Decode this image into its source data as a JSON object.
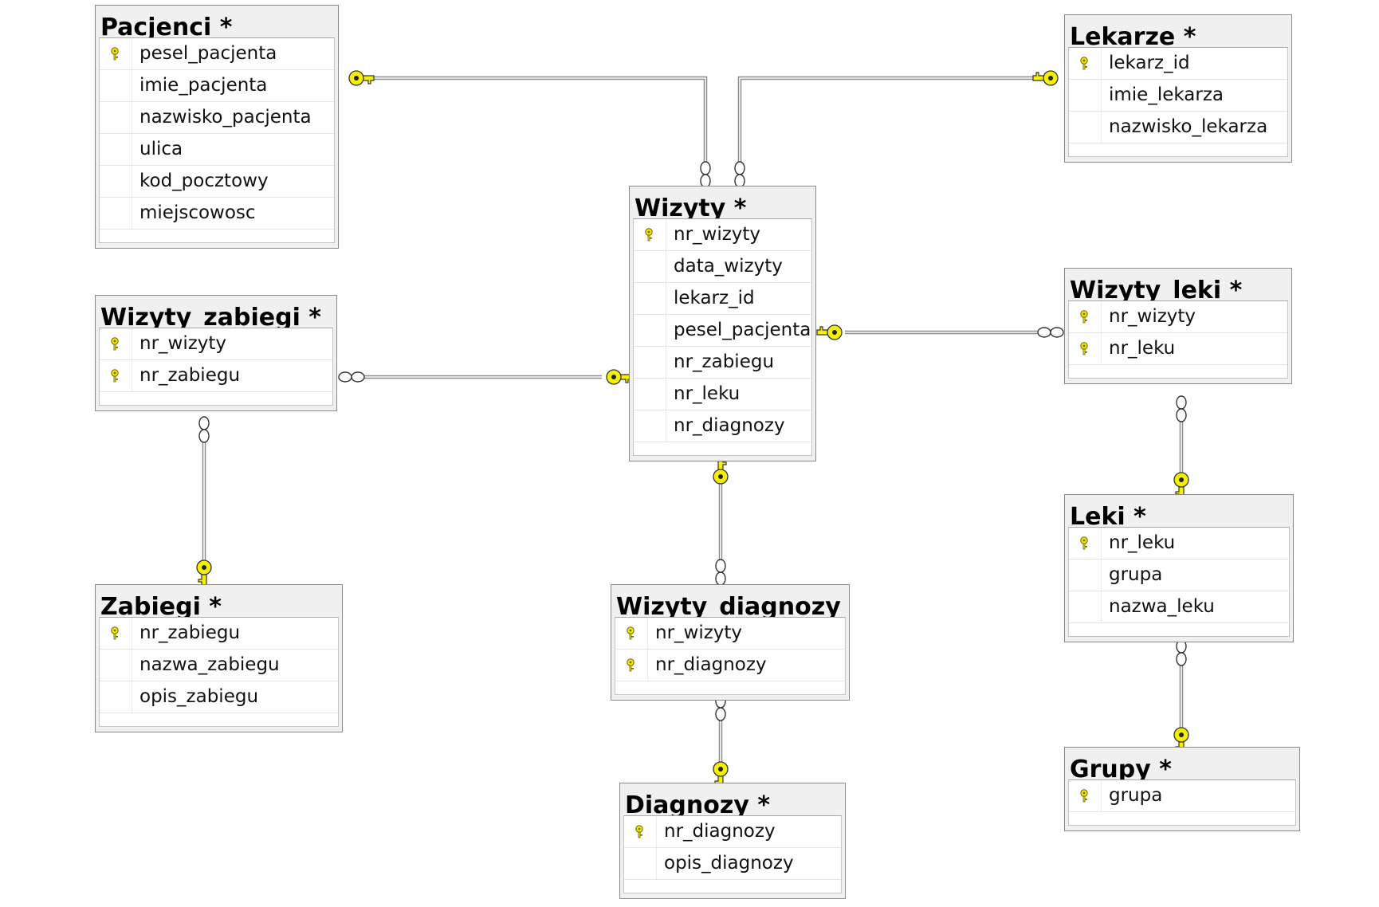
{
  "tables": [
    {
      "id": "pacjenci",
      "title": "Pacjenci *",
      "columns": [
        {
          "name": "pesel_pacjenta",
          "pk": true
        },
        {
          "name": "imie_pacjenta",
          "pk": false
        },
        {
          "name": "nazwisko_pacjenta",
          "pk": false
        },
        {
          "name": "ulica",
          "pk": false
        },
        {
          "name": "kod_pocztowy",
          "pk": false
        },
        {
          "name": "miejscowosc",
          "pk": false
        }
      ]
    },
    {
      "id": "lekarze",
      "title": "Lekarze *",
      "columns": [
        {
          "name": "lekarz_id",
          "pk": true
        },
        {
          "name": "imie_lekarza",
          "pk": false
        },
        {
          "name": "nazwisko_lekarza",
          "pk": false
        }
      ]
    },
    {
      "id": "wizyty",
      "title": "Wizyty *",
      "columns": [
        {
          "name": "nr_wizyty",
          "pk": true
        },
        {
          "name": "data_wizyty",
          "pk": false
        },
        {
          "name": "lekarz_id",
          "pk": false
        },
        {
          "name": "pesel_pacjenta",
          "pk": false
        },
        {
          "name": "nr_zabiegu",
          "pk": false
        },
        {
          "name": "nr_leku",
          "pk": false
        },
        {
          "name": "nr_diagnozy",
          "pk": false
        }
      ]
    },
    {
      "id": "wizyty_zabiegi",
      "title": "Wizyty_zabiegi *",
      "columns": [
        {
          "name": "nr_wizyty",
          "pk": true
        },
        {
          "name": "nr_zabiegu",
          "pk": true
        }
      ]
    },
    {
      "id": "wizyty_leki",
      "title": "Wizyty_leki *",
      "columns": [
        {
          "name": "nr_wizyty",
          "pk": true
        },
        {
          "name": "nr_leku",
          "pk": true
        }
      ]
    },
    {
      "id": "zabiegi",
      "title": "Zabiegi *",
      "columns": [
        {
          "name": "nr_zabiegu",
          "pk": true
        },
        {
          "name": "nazwa_zabiegu",
          "pk": false
        },
        {
          "name": "opis_zabiegu",
          "pk": false
        }
      ]
    },
    {
      "id": "wizyty_diagnozy",
      "title": "Wizyty_diagnozy *",
      "columns": [
        {
          "name": "nr_wizyty",
          "pk": true
        },
        {
          "name": "nr_diagnozy",
          "pk": true
        }
      ]
    },
    {
      "id": "leki",
      "title": "Leki *",
      "columns": [
        {
          "name": "nr_leku",
          "pk": true
        },
        {
          "name": "grupa",
          "pk": false
        },
        {
          "name": "nazwa_leku",
          "pk": false
        }
      ]
    },
    {
      "id": "diagnozy",
      "title": "Diagnozy *",
      "columns": [
        {
          "name": "nr_diagnozy",
          "pk": true
        },
        {
          "name": "opis_diagnozy",
          "pk": false
        }
      ]
    },
    {
      "id": "grupy",
      "title": "Grupy *",
      "columns": [
        {
          "name": "grupa",
          "pk": true
        }
      ]
    }
  ],
  "relationships": [
    {
      "from": "pacjenci",
      "to": "wizyty",
      "cardinality": "one-to-many"
    },
    {
      "from": "lekarze",
      "to": "wizyty",
      "cardinality": "one-to-many"
    },
    {
      "from": "wizyty",
      "to": "wizyty_zabiegi",
      "cardinality": "one-to-many"
    },
    {
      "from": "wizyty",
      "to": "wizyty_leki",
      "cardinality": "one-to-many"
    },
    {
      "from": "wizyty",
      "to": "wizyty_diagnozy",
      "cardinality": "one-to-many"
    },
    {
      "from": "zabiegi",
      "to": "wizyty_zabiegi",
      "cardinality": "one-to-many"
    },
    {
      "from": "leki",
      "to": "wizyty_leki",
      "cardinality": "one-to-many"
    },
    {
      "from": "diagnozy",
      "to": "wizyty_diagnozy",
      "cardinality": "one-to-many"
    },
    {
      "from": "grupy",
      "to": "leki",
      "cardinality": "one-to-many"
    }
  ],
  "colors": {
    "key": "#f5f000",
    "line": "#8c8c8c",
    "header": "#f0f0f0"
  },
  "icons": {
    "primary_key": "key-icon",
    "one_end": "key-icon",
    "many_end": "infinity-icon"
  }
}
